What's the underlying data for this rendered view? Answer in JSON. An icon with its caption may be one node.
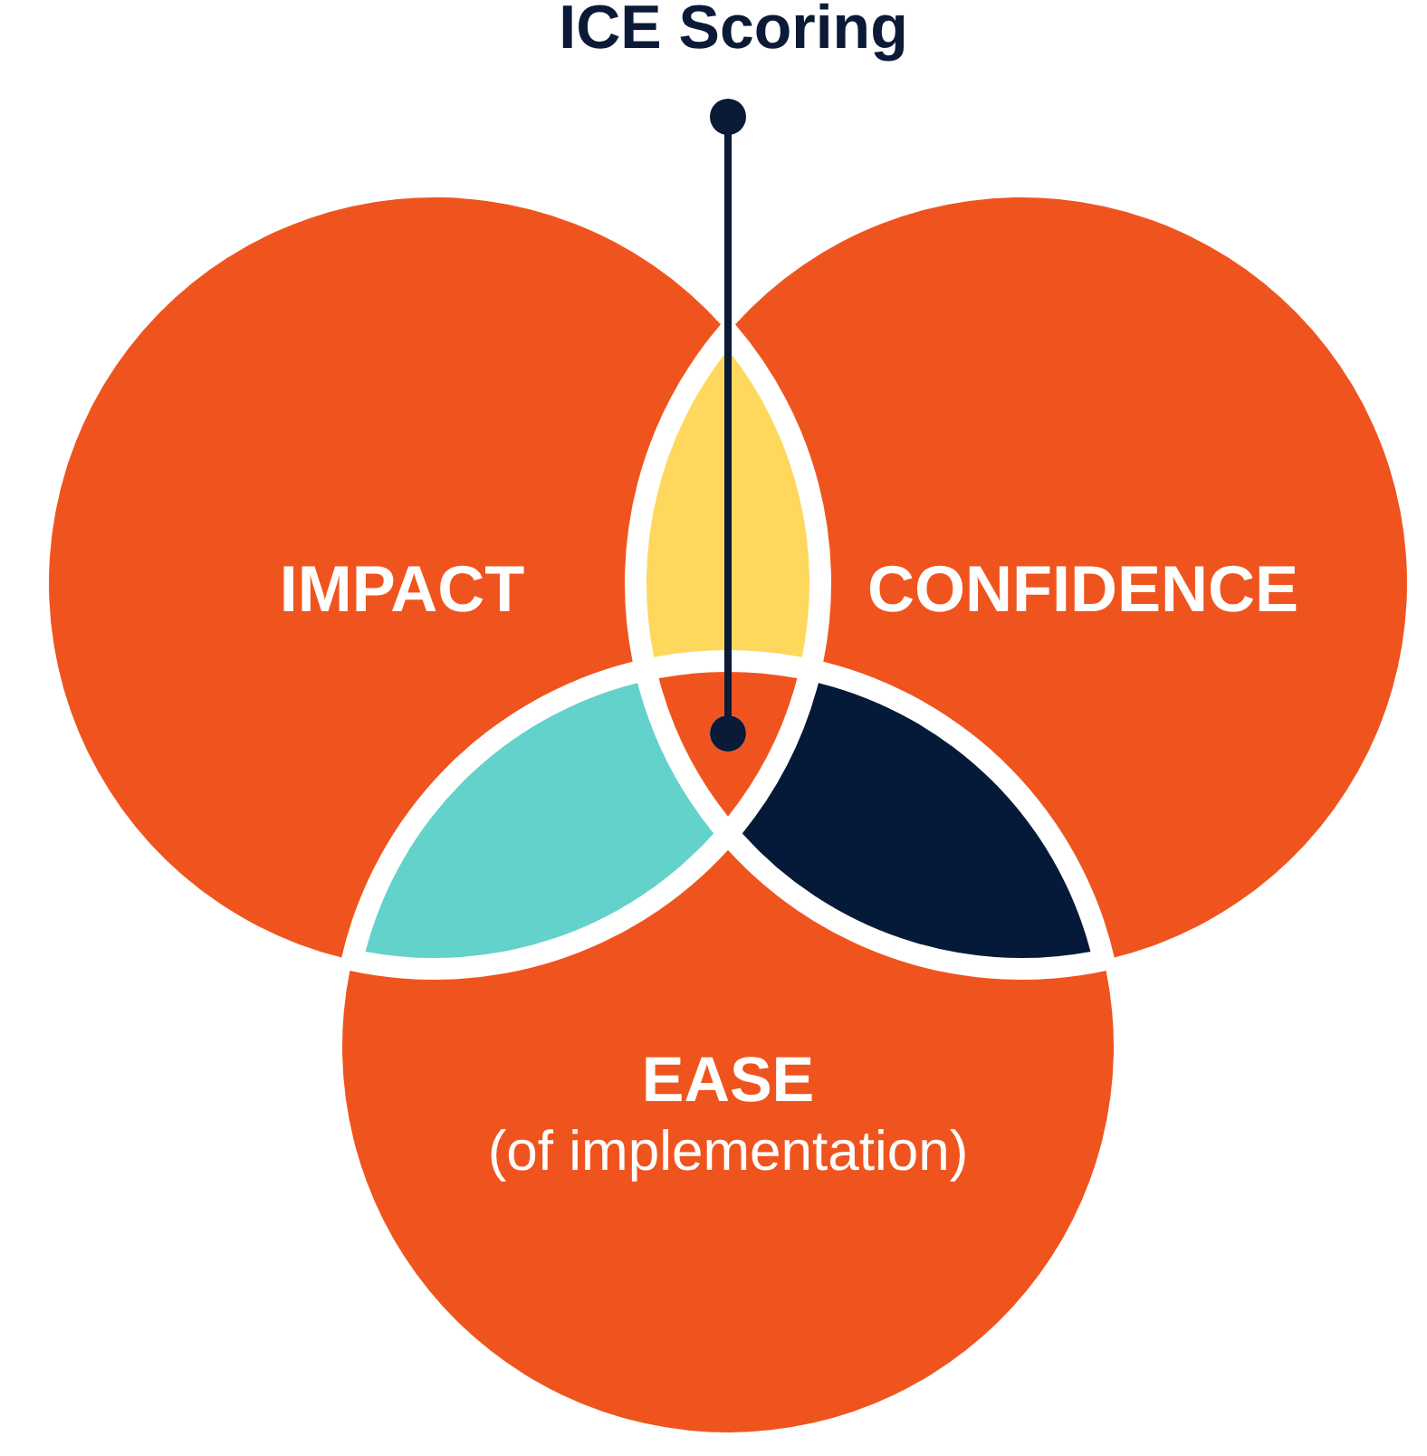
{
  "diagram": {
    "nodes": [
      {
        "text": [
          "ICE Scoring"
        ]
      },
      {
        "text": [
          "IMPACT"
        ]
      },
      {
        "text": [
          "CONFIDENCE"
        ]
      },
      {
        "text": [
          "EASE",
          "(of implementation)"
        ]
      },
      {
        "text": [],
        "shape": "lens"
      },
      {
        "text": [],
        "shape": "lens"
      },
      {
        "text": [],
        "shape": "triangle"
      },
      {
        "text": [],
        "shape": "lens"
      }
    ],
    "edges": [
      {
        "from": 0,
        "to": 6,
        "arrow": "other"
      }
    ]
  }
}
